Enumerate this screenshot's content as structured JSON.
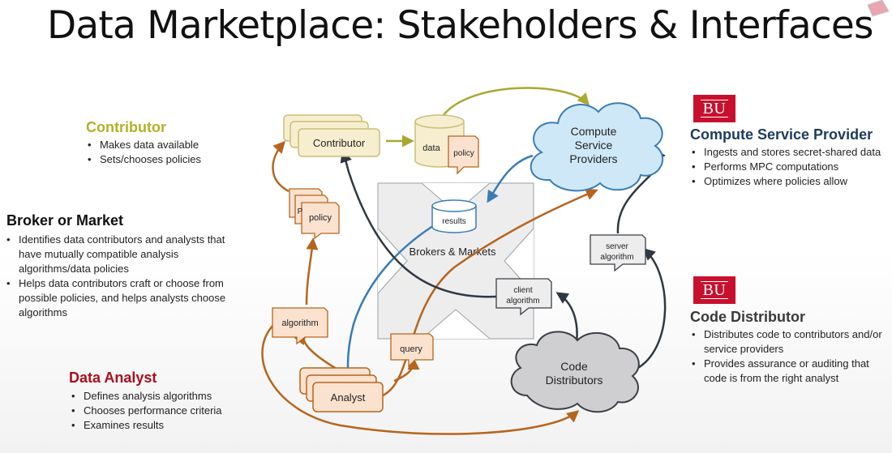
{
  "title": "Data Marketplace: Stakeholders & Interfaces",
  "colors": {
    "contributor": "#b4b02a",
    "analyst": "#a8101c",
    "service_provider": "#1f3a5c",
    "bu_red": "#c8102e",
    "olive_arrow": "#a9a832",
    "orange_arrow": "#b5651d",
    "blue_arrow": "#3b7bb5",
    "dark_arrow": "#2f3842"
  },
  "stakeholders": {
    "contributor": {
      "title": "Contributor",
      "bullets": [
        "Makes data available",
        "Sets/chooses policies"
      ]
    },
    "broker": {
      "title": "Broker or Market",
      "bullets": [
        "Identifies data contributors and analysts that have mutually compatible analysis algorithms/data policies",
        "Helps data contributors craft or choose from possible policies, and helps analysts choose algorithms"
      ]
    },
    "analyst": {
      "title": "Data Analyst",
      "bullets": [
        "Defines analysis algorithms",
        "Chooses performance criteria",
        "Examines results"
      ]
    },
    "csp": {
      "logo": "BU",
      "title": "Compute Service Provider",
      "bullets": [
        "Ingests and stores secret-shared data",
        "Performs MPC computations",
        "Optimizes where policies allow"
      ]
    },
    "code_distributor": {
      "logo": "BU",
      "title": "Code Distributor",
      "bullets": [
        "Distributes code to contributors and/or service providers",
        "Provides assurance or auditing that code is from the right analyst"
      ]
    }
  },
  "diagram": {
    "contributor": "Contributor",
    "data": "data",
    "data_policy": "policy",
    "policy_stack": "policy",
    "policy_back": "P",
    "csp_cloud": [
      "Compute",
      "Service",
      "Providers"
    ],
    "results": "results",
    "brokers": "Brokers & Markets",
    "algorithm": "algorithm",
    "query": "query",
    "analyst": "Analyst",
    "client_algorithm": [
      "client",
      "algorithm"
    ],
    "server_algorithm": [
      "server",
      "algorithm"
    ],
    "code_cloud": [
      "Code",
      "Distributors"
    ]
  }
}
